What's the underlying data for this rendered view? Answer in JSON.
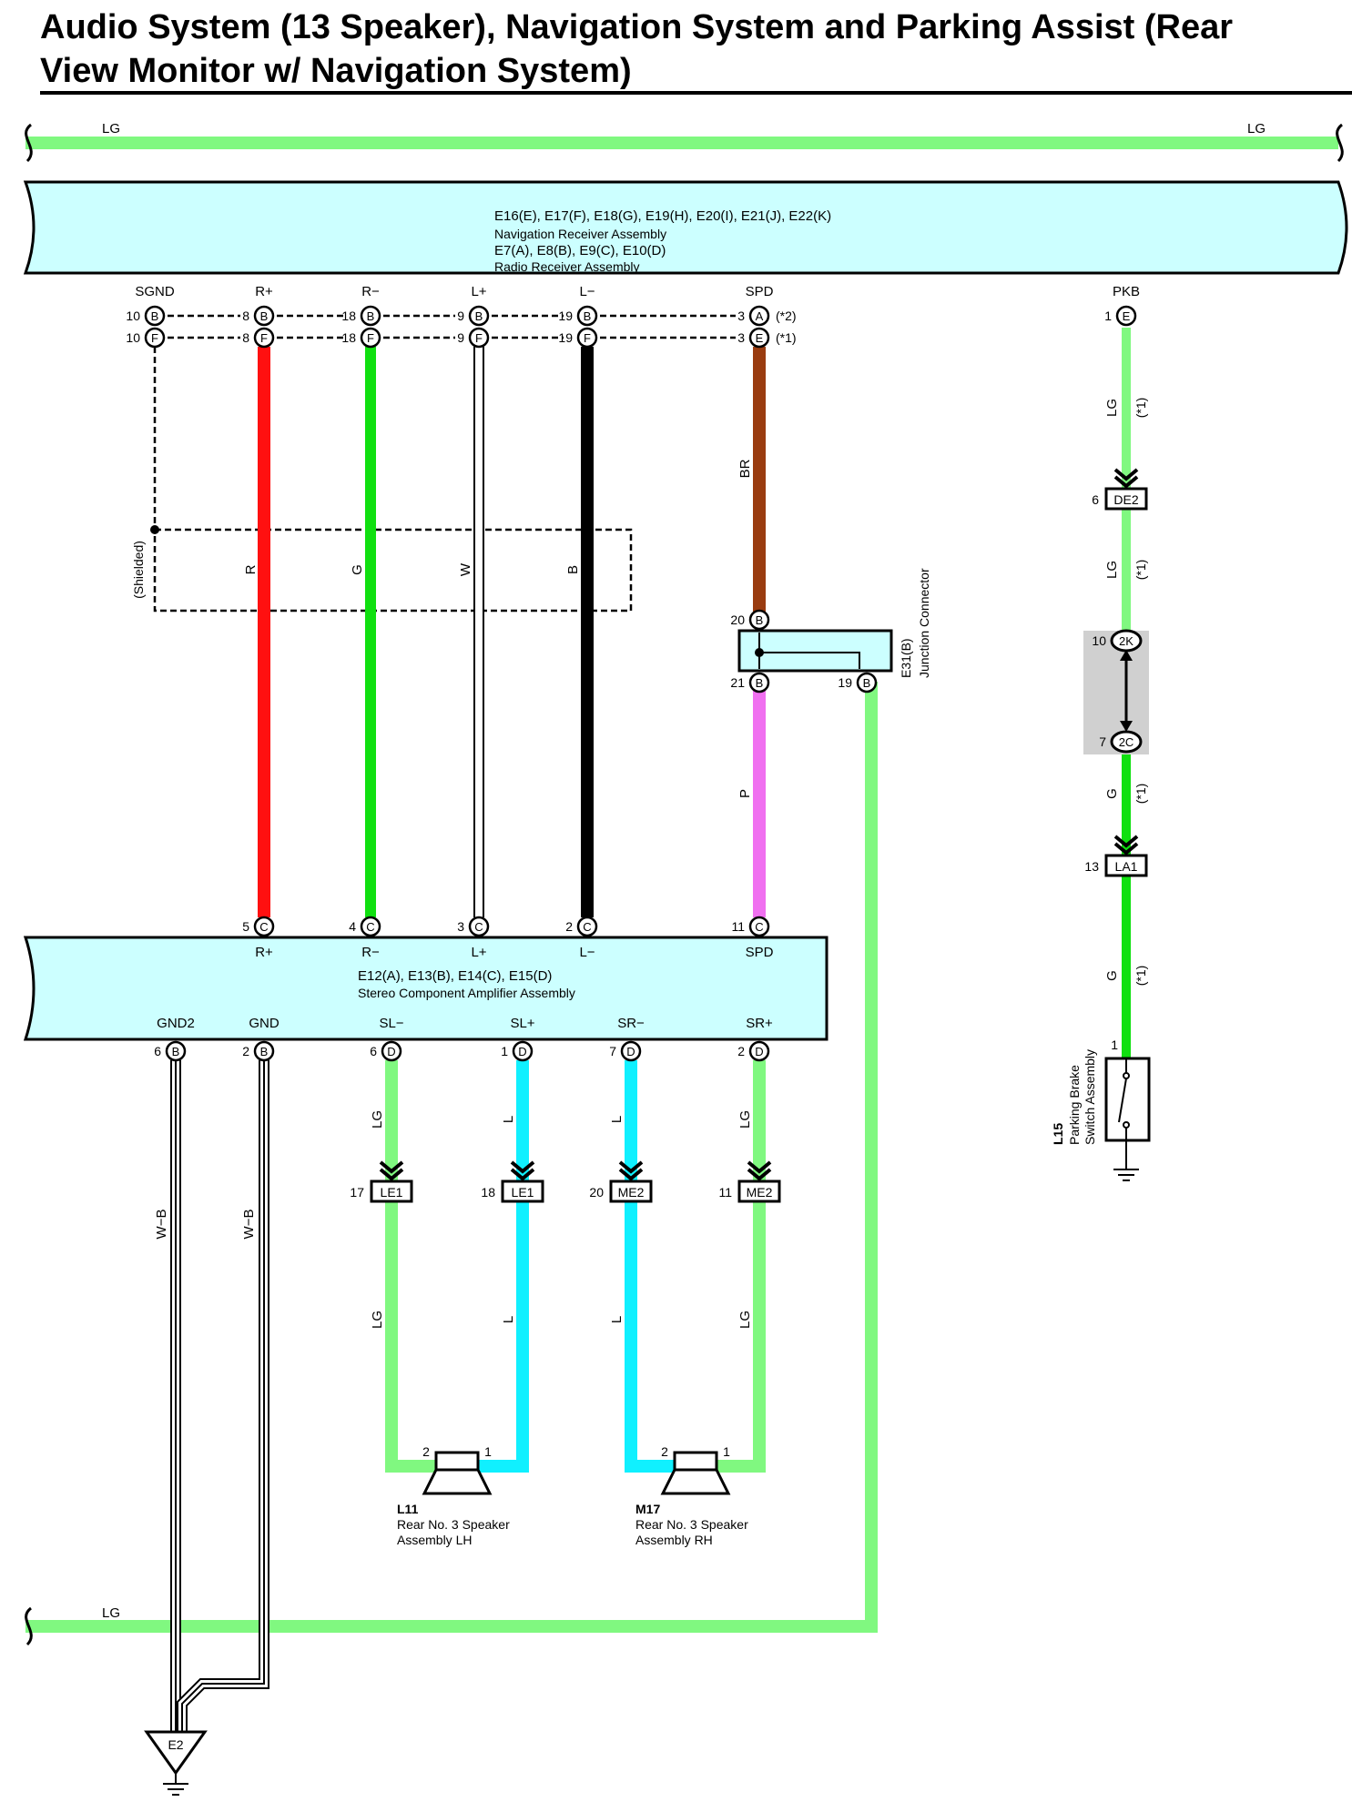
{
  "title": {
    "line1": "Audio System (13 Speaker), Navigation System and Parking Assist (Rear",
    "line2": "View Monitor w/ Navigation System)"
  },
  "colors": {
    "LG": "#80f880",
    "G": "#10e010",
    "R": "#ff1010",
    "W": "#ffffff",
    "B": "#000000",
    "BR": "#9a3c10",
    "P": "#f070f0",
    "L": "#10f0ff",
    "box_fill": "#ccffff",
    "relay_fill": "#d0d0d0"
  },
  "bus": {
    "top_left": "LG",
    "top_right": "LG",
    "bottom_left": "LG"
  },
  "receiver": {
    "connectors": "E16(E), E17(F), E18(G), E19(H), E20(I), E21(J), E22(K)",
    "name1": "Navigation Receiver Assembly",
    "connectors2": "E7(A), E8(B), E9(C), E10(D)",
    "name2": "Radio Receiver Assembly",
    "terminals": [
      "SGND",
      "R+",
      "R−",
      "L+",
      "L−",
      "SPD",
      "PKB"
    ],
    "row1": [
      {
        "pin": "10",
        "conn": "B"
      },
      {
        "pin": "8",
        "conn": "B"
      },
      {
        "pin": "18",
        "conn": "B"
      },
      {
        "pin": "9",
        "conn": "B"
      },
      {
        "pin": "19",
        "conn": "B"
      },
      {
        "pin": "3",
        "conn": "A"
      }
    ],
    "row1_note": "(*2)",
    "row2": [
      {
        "pin": "10",
        "conn": "F"
      },
      {
        "pin": "8",
        "conn": "F"
      },
      {
        "pin": "18",
        "conn": "F"
      },
      {
        "pin": "9",
        "conn": "F"
      },
      {
        "pin": "19",
        "conn": "F"
      },
      {
        "pin": "3",
        "conn": "E"
      }
    ],
    "row2_note": "(*1)",
    "pkb": {
      "pin": "1",
      "conn": "E"
    }
  },
  "wires": {
    "shield_label": "(Shielded)",
    "r": "R",
    "g": "G",
    "w": "W",
    "b": "B",
    "br": "BR",
    "p": "P",
    "pkb_seg1": "LG",
    "pkb_seg2": "LG",
    "pkb_seg3": "G",
    "pkb_seg4": "G",
    "note": "(*1)",
    "sl_minus": "LG",
    "sl_plus": "L",
    "sr_minus": "L",
    "sr_plus": "LG",
    "gnd": "W−B"
  },
  "junction": {
    "id": "E31(B)",
    "name": "Junction Connector",
    "pins": [
      {
        "pin": "20",
        "conn": "B"
      },
      {
        "pin": "21",
        "conn": "B"
      },
      {
        "pin": "19",
        "conn": "B"
      }
    ]
  },
  "inline": [
    {
      "pin": "6",
      "name": "DE2"
    },
    {
      "pin": "13",
      "name": "LA1"
    },
    {
      "pin": "17",
      "name": "LE1"
    },
    {
      "pin": "18",
      "name": "LE1"
    },
    {
      "pin": "20",
      "name": "ME2"
    },
    {
      "pin": "11",
      "name": "ME2"
    }
  ],
  "relay": {
    "top": {
      "pin": "10",
      "name": "2K"
    },
    "bottom": {
      "pin": "7",
      "name": "2C"
    }
  },
  "amplifier": {
    "connectors": "E12(A), E13(B), E14(C), E15(D)",
    "name": "Stereo Component Amplifier Assembly",
    "top_pins": [
      {
        "pin": "5",
        "conn": "C",
        "label": "R+"
      },
      {
        "pin": "4",
        "conn": "C",
        "label": "R−"
      },
      {
        "pin": "3",
        "conn": "C",
        "label": "L+"
      },
      {
        "pin": "2",
        "conn": "C",
        "label": "L−"
      },
      {
        "pin": "11",
        "conn": "C",
        "label": "SPD"
      }
    ],
    "bottom_pins": [
      {
        "pin": "6",
        "conn": "B",
        "label": "GND2"
      },
      {
        "pin": "2",
        "conn": "B",
        "label": "GND"
      },
      {
        "pin": "6",
        "conn": "D",
        "label": "SL−"
      },
      {
        "pin": "1",
        "conn": "D",
        "label": "SL+"
      },
      {
        "pin": "7",
        "conn": "D",
        "label": "SR−"
      },
      {
        "pin": "2",
        "conn": "D",
        "label": "SR+"
      }
    ]
  },
  "speakers": [
    {
      "id": "L11",
      "line1": "Rear No.  3 Speaker",
      "line2": "Assembly LH",
      "pin_left": "2",
      "pin_right": "1"
    },
    {
      "id": "M17",
      "line1": "Rear No.  3 Speaker",
      "line2": "Assembly RH",
      "pin_left": "2",
      "pin_right": "1"
    }
  ],
  "switch": {
    "id": "L15",
    "line1": "Parking Brake",
    "line2": "Switch Assembly",
    "pin": "1"
  },
  "ground": {
    "id": "E2"
  }
}
